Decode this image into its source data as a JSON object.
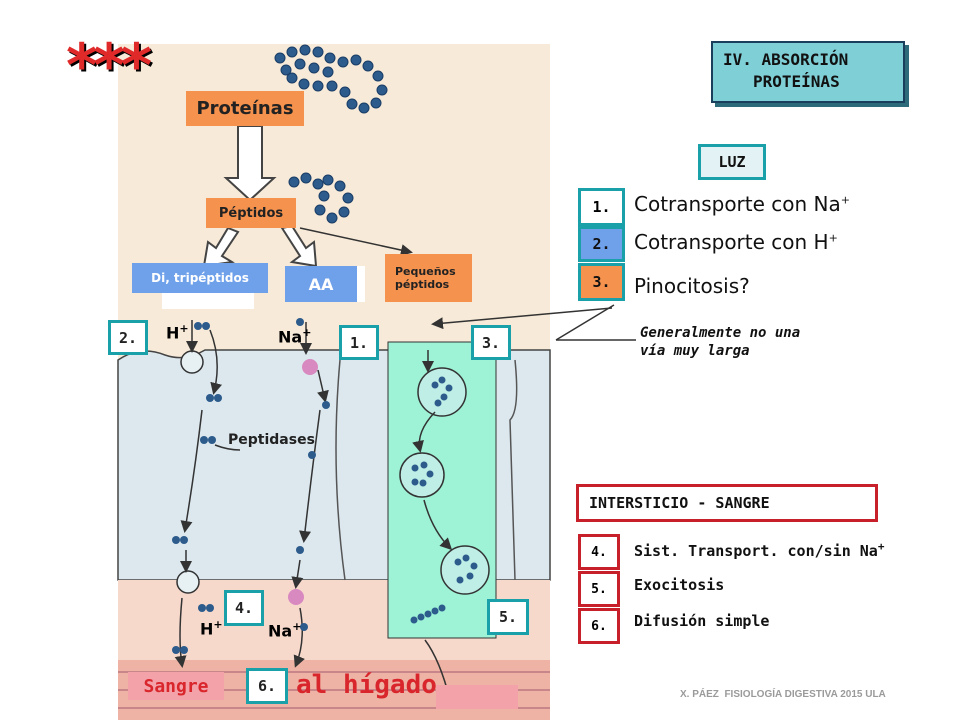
{
  "stars": "***",
  "header": {
    "line1": "IV. ABSORCIÓN",
    "line2": "PROTEÍNAS"
  },
  "diagram": {
    "proteinas": "Proteínas",
    "peptidos": "Péptidos",
    "di_tripeptidos": "Di, tripéptidos",
    "aa": "AA",
    "pequenos_line1": "Pequeños",
    "pequenos_line2": "péptidos",
    "h_plus_top": "H",
    "na_plus_top": "Na",
    "h_plus_bottom": "H",
    "na_plus_bottom": "Na",
    "plus": "+",
    "peptidases": "Peptidases",
    "sangre": "Sangre",
    "al_higado": "al hígado",
    "box_1": "1.",
    "box_2": "2.",
    "box_3": "3.",
    "box_4": "4.",
    "box_5": "5.",
    "box_6": "6."
  },
  "luz": {
    "title": "LUZ",
    "items": [
      {
        "num": "1.",
        "text": "Cotransporte con Na",
        "sup": "+"
      },
      {
        "num": "2.",
        "text": "Cotransporte con H",
        "sup": "+"
      },
      {
        "num": "3.",
        "text": "Pinocitosis?",
        "sup": ""
      }
    ],
    "note_line1": "Generalmente no una",
    "note_line2": "vía muy larga"
  },
  "intersticio": {
    "title": "INTERSTICIO - SANGRE",
    "items": [
      {
        "num": "4.",
        "text": "Sist. Transport. con/sin Na",
        "sup": "+"
      },
      {
        "num": "5.",
        "text": "Exocitosis",
        "sup": ""
      },
      {
        "num": "6.",
        "text": "Difusión simple",
        "sup": ""
      }
    ]
  },
  "footer": "X. PÁEZ  FISIOLOGÍA DIGESTIVA 2015 ULA",
  "colors": {
    "orange": "#f4924e",
    "blue_box": "#6fa0ea",
    "teal": "#1aa0a8",
    "red": "#c8202a",
    "cell": "#dce8ee",
    "lumen_bg": "#f7ead8",
    "pinocytosis": "#9ef2d6"
  }
}
